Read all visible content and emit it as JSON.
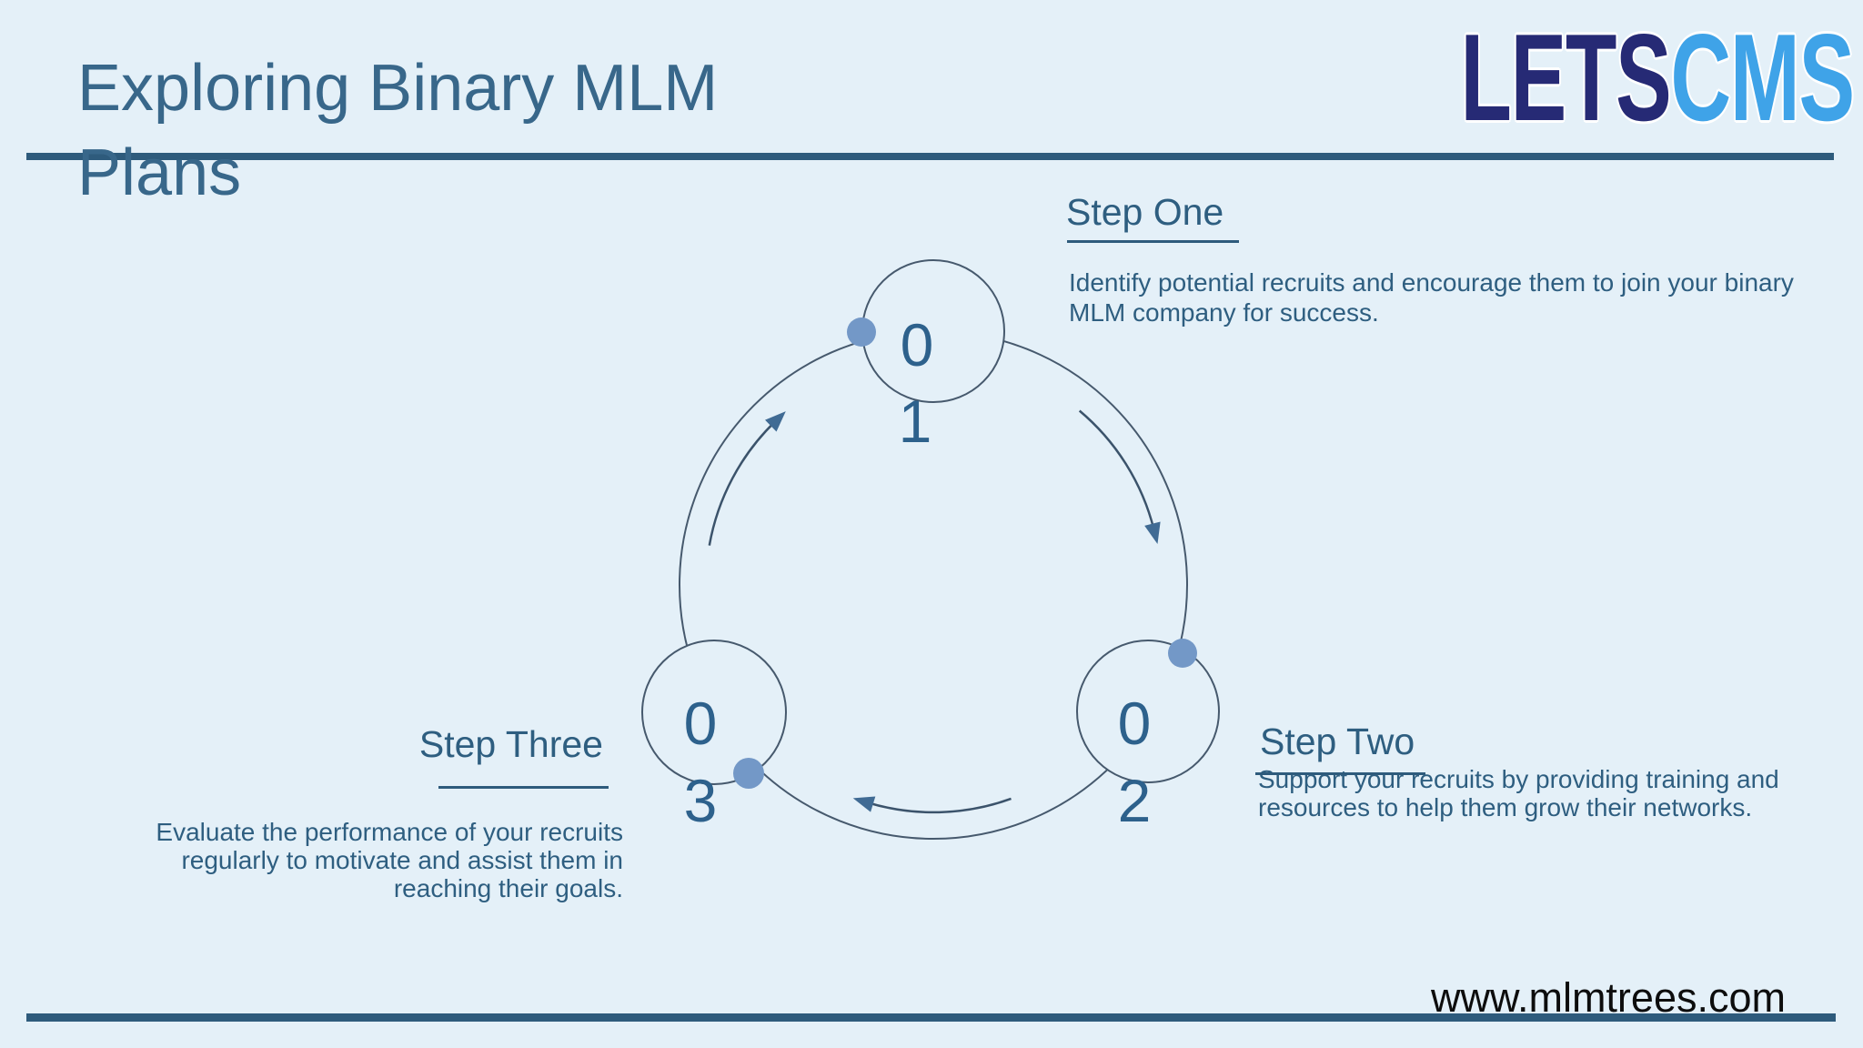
{
  "theme": {
    "bg": "#e4f0f8",
    "slate": "#2e5b7c",
    "title-color": "#38678a",
    "text-color": "#2e5e80",
    "digit-color": "#2d618c",
    "circle-stroke": "#46596d",
    "arrow-stroke": "#3b536b",
    "arrowhead-fill": "#406b94",
    "dot-fill": "#7398c7",
    "logo-navy": "#262a75",
    "logo-blue": "#3fa3e8",
    "url-color": "#0d0d0d"
  },
  "header": {
    "title": "Exploring Binary MLM Plans",
    "logo": {
      "part1": "LETS",
      "part2": "CMS"
    }
  },
  "steps": [
    {
      "label": "Step One",
      "number": "01",
      "digit_top": "0",
      "digit_bottom": "1",
      "description": "Identify potential recruits and encourage them to join your binary MLM company for success."
    },
    {
      "label": "Step Two",
      "number": "02",
      "digit_top": "0",
      "digit_bottom": "2",
      "description": "Support your recruits by providing training and resources to help them grow their networks."
    },
    {
      "label": "Step Three",
      "number": "03",
      "digit_top": "0",
      "digit_bottom": "3",
      "description": "Evaluate the performance of your recruits regularly to motivate and assist them in reaching their goals."
    }
  ],
  "footer": {
    "website": "www.mlmtrees.com"
  }
}
